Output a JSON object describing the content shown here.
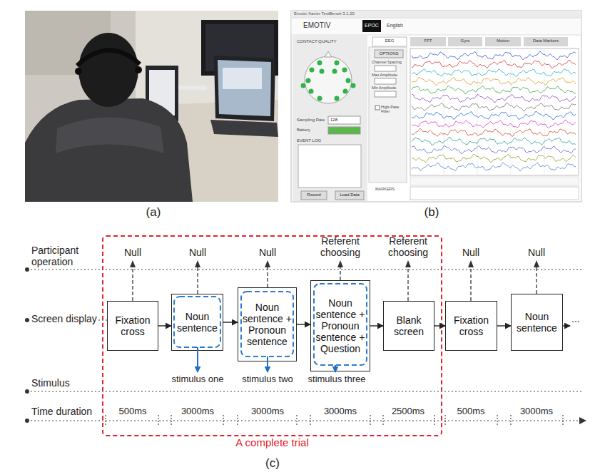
{
  "diagram": {
    "nodes": [
      {
        "text": [
          "A complete trial"
        ]
      },
      {
        "text": [
          "Fixation cross"
        ],
        "in": 0
      },
      {
        "text": [
          "Noun sentence"
        ],
        "in": 0
      },
      {
        "text": [
          "Noun sentence + Pronoun sentence"
        ],
        "in": 0
      },
      {
        "text": [
          "Noun sentence + Pronoun sentence + Question"
        ],
        "in": 0
      },
      {
        "text": [
          "Blank screen"
        ],
        "in": 0
      },
      {
        "text": [
          "Fixation cross"
        ]
      },
      {
        "text": [
          "Noun sentence"
        ]
      }
    ],
    "edges": [
      {
        "from": 1,
        "to": 2,
        "arrow": "to"
      },
      {
        "from": 2,
        "to": 3,
        "arrow": "to"
      },
      {
        "from": 3,
        "to": 4,
        "arrow": "to"
      },
      {
        "from": 4,
        "to": 5,
        "arrow": "to"
      },
      {
        "from": 5,
        "to": 6,
        "arrow": "to"
      },
      {
        "from": 6,
        "to": 7,
        "arrow": "to"
      }
    ],
    "labels": [
      "Emotiv Xavier TestBench 3.1.20",
      "EMOTIV",
      "EPOC",
      "English",
      "CONTACT QUALITY",
      "EEG",
      "FFT",
      "Gyro",
      "Motion",
      "Data Markers",
      "OPTIONS",
      "Channel Spacing",
      "Max Amplitude",
      "Min Amplitude",
      "Sampling Rate",
      "128",
      "Battery",
      "EVENT LOG",
      "High-Pass Filter",
      "Record",
      "Load Data",
      "MARKERS",
      "(a)",
      "(b)",
      "Participant operation",
      "Screen display",
      "Stimulus",
      "Time duration",
      "Null",
      "Null",
      "Null",
      "Referent choosing",
      "Referent choosing",
      "Null",
      "Null",
      "...",
      "stimulus one",
      "stimulus two",
      "stimulus three",
      "500ms",
      "3000ms",
      "3000ms",
      "3000ms",
      "2500ms",
      "500ms",
      "3000ms",
      "(c)"
    ]
  }
}
